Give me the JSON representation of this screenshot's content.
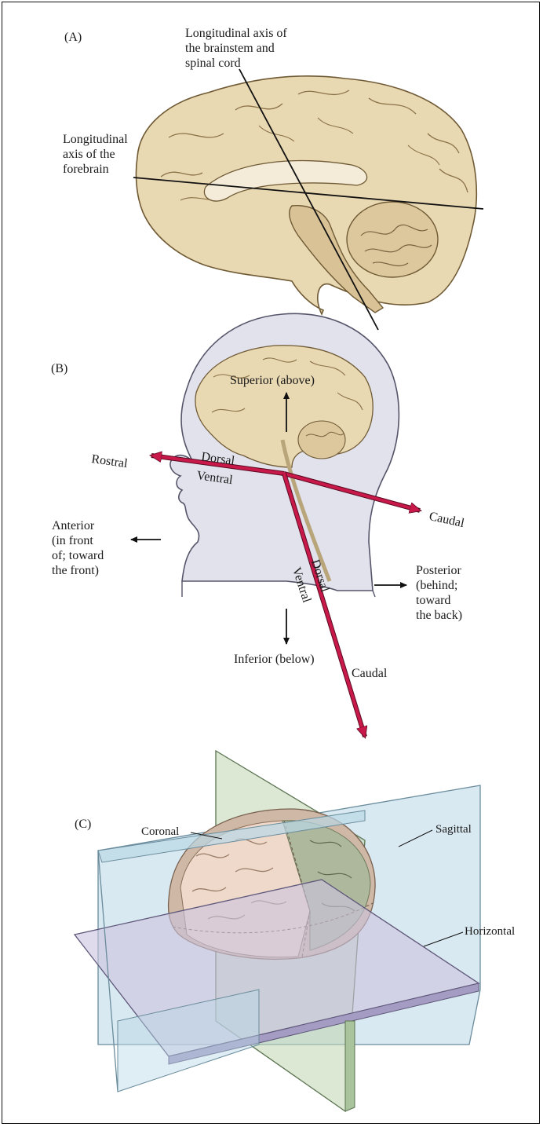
{
  "panel_a": {
    "tag": "(A)",
    "label_brainstem": "Longitudinal axis of\nthe brainstem and\nspinal cord",
    "label_forebrain": "Longitudinal\naxis of the\nforebrain"
  },
  "panel_b": {
    "tag": "(B)",
    "superior": "Superior (above)",
    "inferior": "Inferior (below)",
    "anterior": "Anterior\n(in front\nof; toward\nthe front)",
    "posterior": "Posterior\n(behind;\ntoward\nthe back)",
    "rostral": "Rostral",
    "caudal_forebrain": "Caudal",
    "caudal_spinal": "Caudal",
    "dorsal_forebrain": "Dorsal",
    "ventral_forebrain": "Ventral",
    "dorsal_spinal": "Dorsal",
    "ventral_spinal": "Ventral",
    "colors": {
      "axis": "#c8194a",
      "head": "#e4e4ee"
    }
  },
  "panel_c": {
    "tag": "(C)",
    "coronal": "Coronal",
    "sagittal": "Sagittal",
    "horizontal": "Horizontal",
    "colors": {
      "coronal": "#bfd6b0",
      "sagittal": "#b9d7e6",
      "horizontal": "#cbc3e0"
    }
  }
}
